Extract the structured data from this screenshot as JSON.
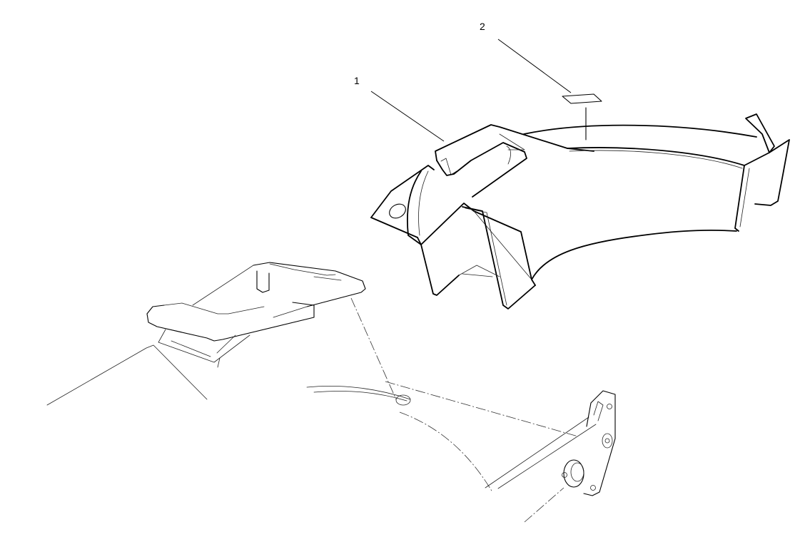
{
  "diagram": {
    "type": "exploded-parts-view",
    "background": "#ffffff",
    "line_color": "#000000",
    "callouts": [
      {
        "id": "1",
        "label": "1",
        "part": "deflector-shroud"
      },
      {
        "id": "2",
        "label": "2",
        "part": "decal"
      }
    ],
    "parts": [
      {
        "name": "deflector-shroud",
        "callout": "1"
      },
      {
        "name": "decal",
        "callout": "2"
      },
      {
        "name": "rear-grab-handle",
        "callout": null
      },
      {
        "name": "rear-body-frame-with-bracket",
        "callout": null
      }
    ]
  }
}
